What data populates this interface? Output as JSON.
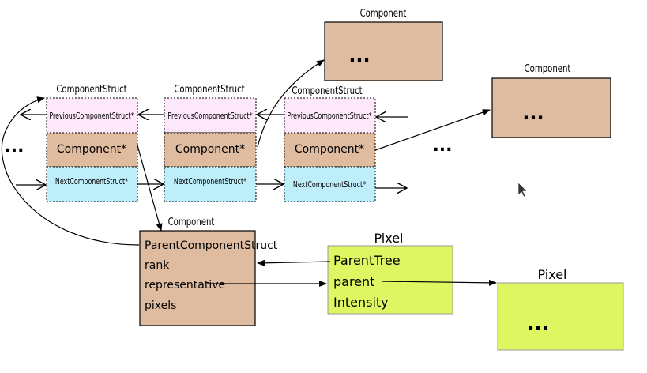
{
  "colors": {
    "component": "#dfbba0",
    "struct_prev": "#fde8fb",
    "struct_next": "#bfeefb",
    "pixel": "#dff663",
    "stroke": "#000000",
    "bg": "#ffffff"
  },
  "labels": {
    "component_struct_1": "ComponentStruct",
    "component_struct_2": "ComponentStruct",
    "component_struct_3": "ComponentStruct",
    "component_top": "Component",
    "component_right": "Component",
    "component_main": "Component",
    "pixel_mid": "Pixel",
    "pixel_right": "Pixel"
  },
  "struct_fields": {
    "prev": "PreviousComponentStruct*",
    "component": "Component*",
    "next": "NextComponentStruct*"
  },
  "component_main_fields": [
    "ParentComponentStruct",
    "rank",
    "representative",
    "pixels"
  ],
  "pixel_mid_fields": [
    "ParentTree",
    "parent",
    "Intensity"
  ],
  "ellipsis": "..."
}
